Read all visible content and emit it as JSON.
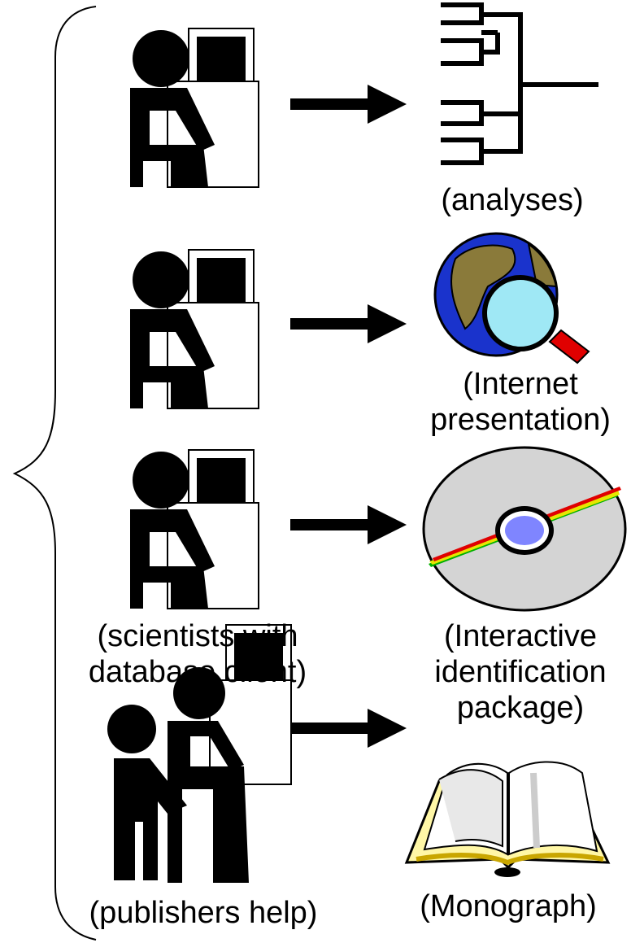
{
  "left_labels": {
    "scientists": [
      "(scientists with",
      "database client)"
    ],
    "publishers": "(publishers help)"
  },
  "outputs": [
    {
      "id": "analyses",
      "lines": [
        "(analyses)"
      ],
      "icon": "phylogenetic-tree-icon"
    },
    {
      "id": "internet",
      "lines": [
        "(Internet",
        "presentation)"
      ],
      "icon": "globe-magnifier-icon"
    },
    {
      "id": "interactive",
      "lines": [
        "(Interactive",
        "identification",
        "package)"
      ],
      "icon": "cd-rom-icon"
    },
    {
      "id": "monograph",
      "lines": [
        "(Monograph)"
      ],
      "icon": "open-book-icon"
    }
  ],
  "colors": {
    "ink": "#000000",
    "globe_blue": "#1a33cc",
    "land": "#8a7a3a",
    "lens": "#9fe8f5",
    "handle": "#e00000",
    "disc": "#d4d4d4",
    "disc_center": "#7f85ff",
    "page_tint": "#fffbb0"
  }
}
